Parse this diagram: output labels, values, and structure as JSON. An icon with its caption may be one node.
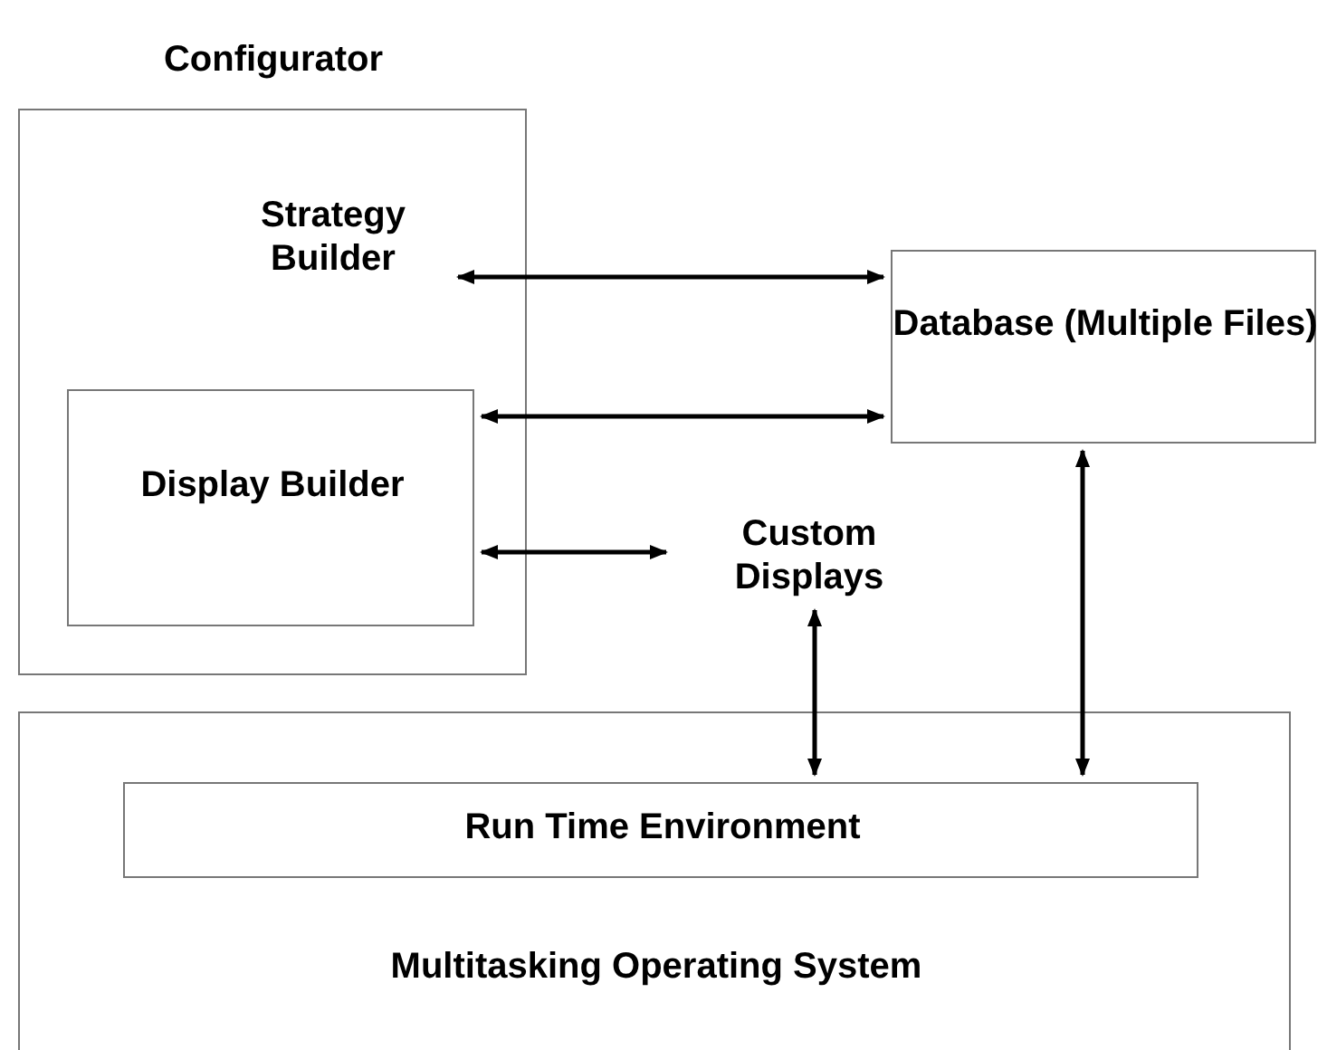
{
  "diagram": {
    "nodes": [
      {
        "text": [
          "Configurator"
        ]
      },
      {
        "text": [
          "Strategy Builder"
        ],
        "in": 0
      },
      {
        "text": [
          "Display Builder"
        ],
        "in": 0
      },
      {
        "text": [
          "Database (Multiple Files)"
        ]
      },
      {
        "text": [
          "Custom Displays"
        ]
      },
      {
        "text": [
          "Multitasking Operating System"
        ]
      },
      {
        "text": [
          "Run Time Environment"
        ],
        "in": 5
      }
    ],
    "edges": [
      {
        "from": 1,
        "to": 3,
        "arrow": "both"
      },
      {
        "from": 2,
        "to": 3,
        "arrow": "both"
      },
      {
        "from": 2,
        "to": 4,
        "arrow": "both"
      },
      {
        "from": 4,
        "to": 6,
        "arrow": "both"
      },
      {
        "from": 3,
        "to": 6,
        "arrow": "both"
      }
    ]
  }
}
